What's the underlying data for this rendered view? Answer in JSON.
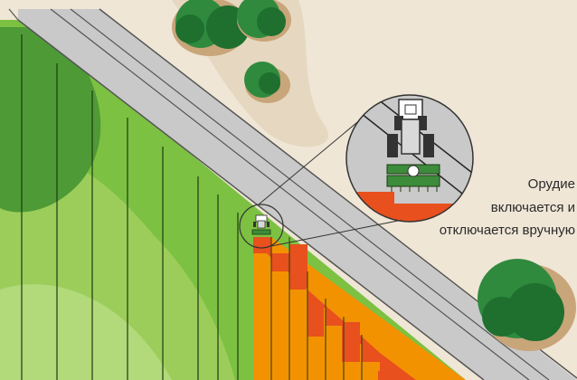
{
  "caption": {
    "lines": [
      "Орудие",
      "включается и",
      "отключается вручную"
    ]
  },
  "colors": {
    "sand": "#efe6d6",
    "sand_path": "#e9dcc6",
    "road": "#c9c9c9",
    "road_edge": "#8a8a8a",
    "field_dark": "#5aa63e",
    "field_mid": "#7cc142",
    "field_light": "#a8d36a",
    "applied_orange": "#f39200",
    "applied_red": "#e8501e",
    "tree_dark": "#1f6f2f",
    "tree_light": "#2f8a3e",
    "tree_shadow": "#c9a57a",
    "tractor_body": "#d9d9d9",
    "implement_green": "#3c8c3c"
  },
  "icons": {
    "tractor": "tractor-icon",
    "implement": "seeder-implement-icon",
    "tree": "tree-icon",
    "magnifier": "magnifier-callout"
  }
}
